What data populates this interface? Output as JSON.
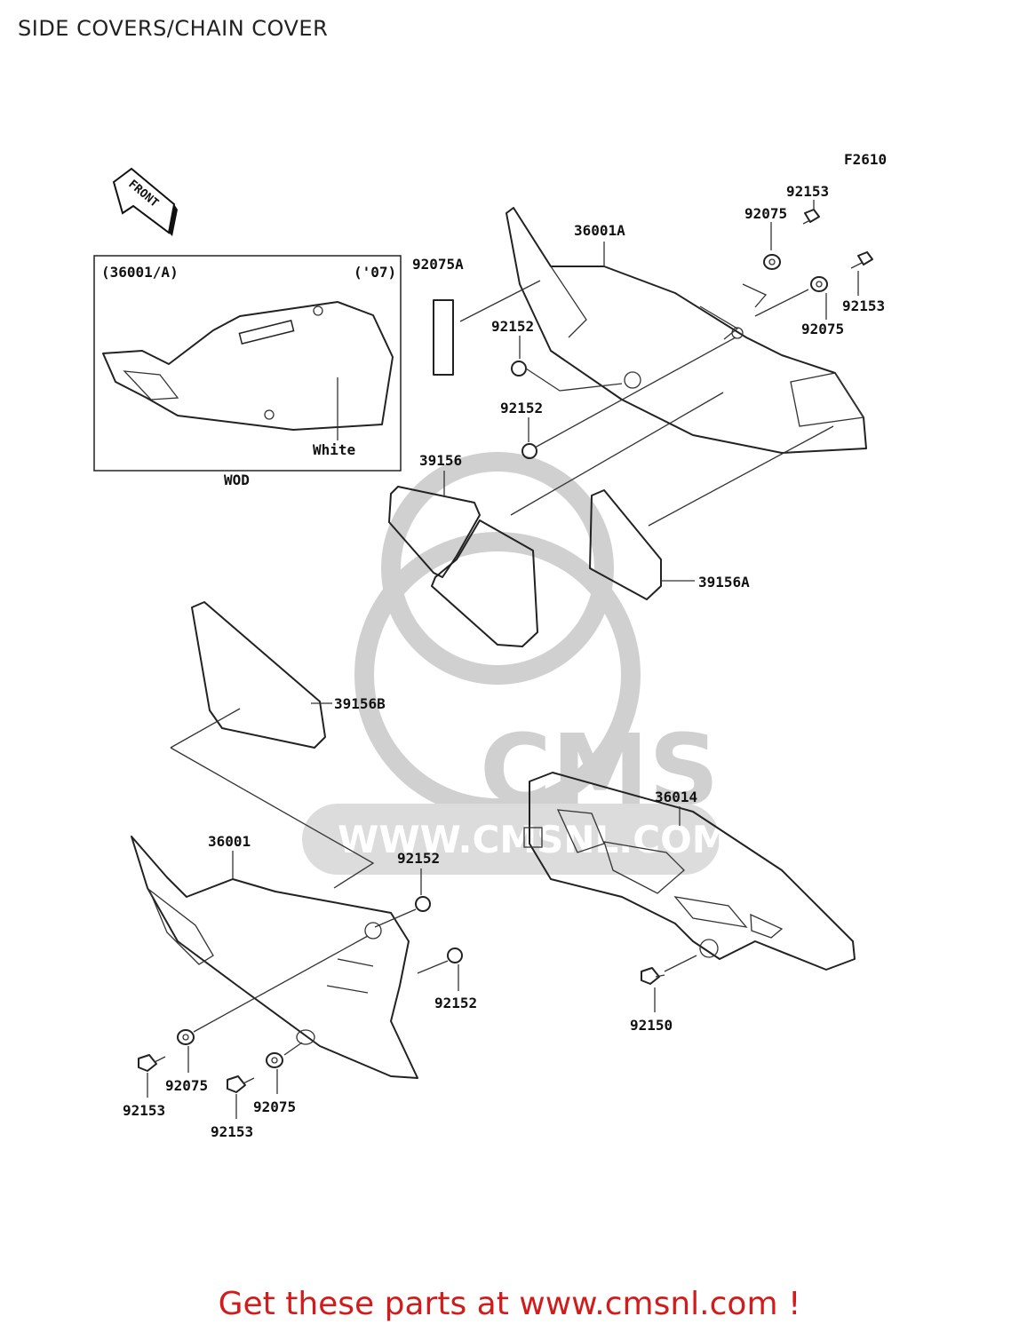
{
  "title": "SIDE COVERS/CHAIN COVER",
  "figure_code": "F2610",
  "front_marker": "FRONT",
  "inset": {
    "left_label": "(36001/A)",
    "right_label": "('07)",
    "color_note": "White",
    "caption": "WOD"
  },
  "parts": {
    "p92153_a": "92153",
    "p92075_a": "92075",
    "p36001A": "36001A",
    "p92075A": "92075A",
    "p92153_b": "92153",
    "p92075_b": "92075",
    "p92152_a": "92152",
    "p92152_b": "92152",
    "p39156": "39156",
    "p39156A": "39156A",
    "p39156B": "39156B",
    "p36014": "36014",
    "p36001": "36001",
    "p92152_c": "92152",
    "p92152_d": "92152",
    "p92150": "92150",
    "p92075_c": "92075",
    "p92153_c": "92153",
    "p92075_d": "92075",
    "p92153_d": "92153"
  },
  "watermark": {
    "logo_text": "CMS",
    "url_text": "WWW.CMSNL.COM"
  },
  "footer": "Get these parts at www.cmsnl.com !"
}
